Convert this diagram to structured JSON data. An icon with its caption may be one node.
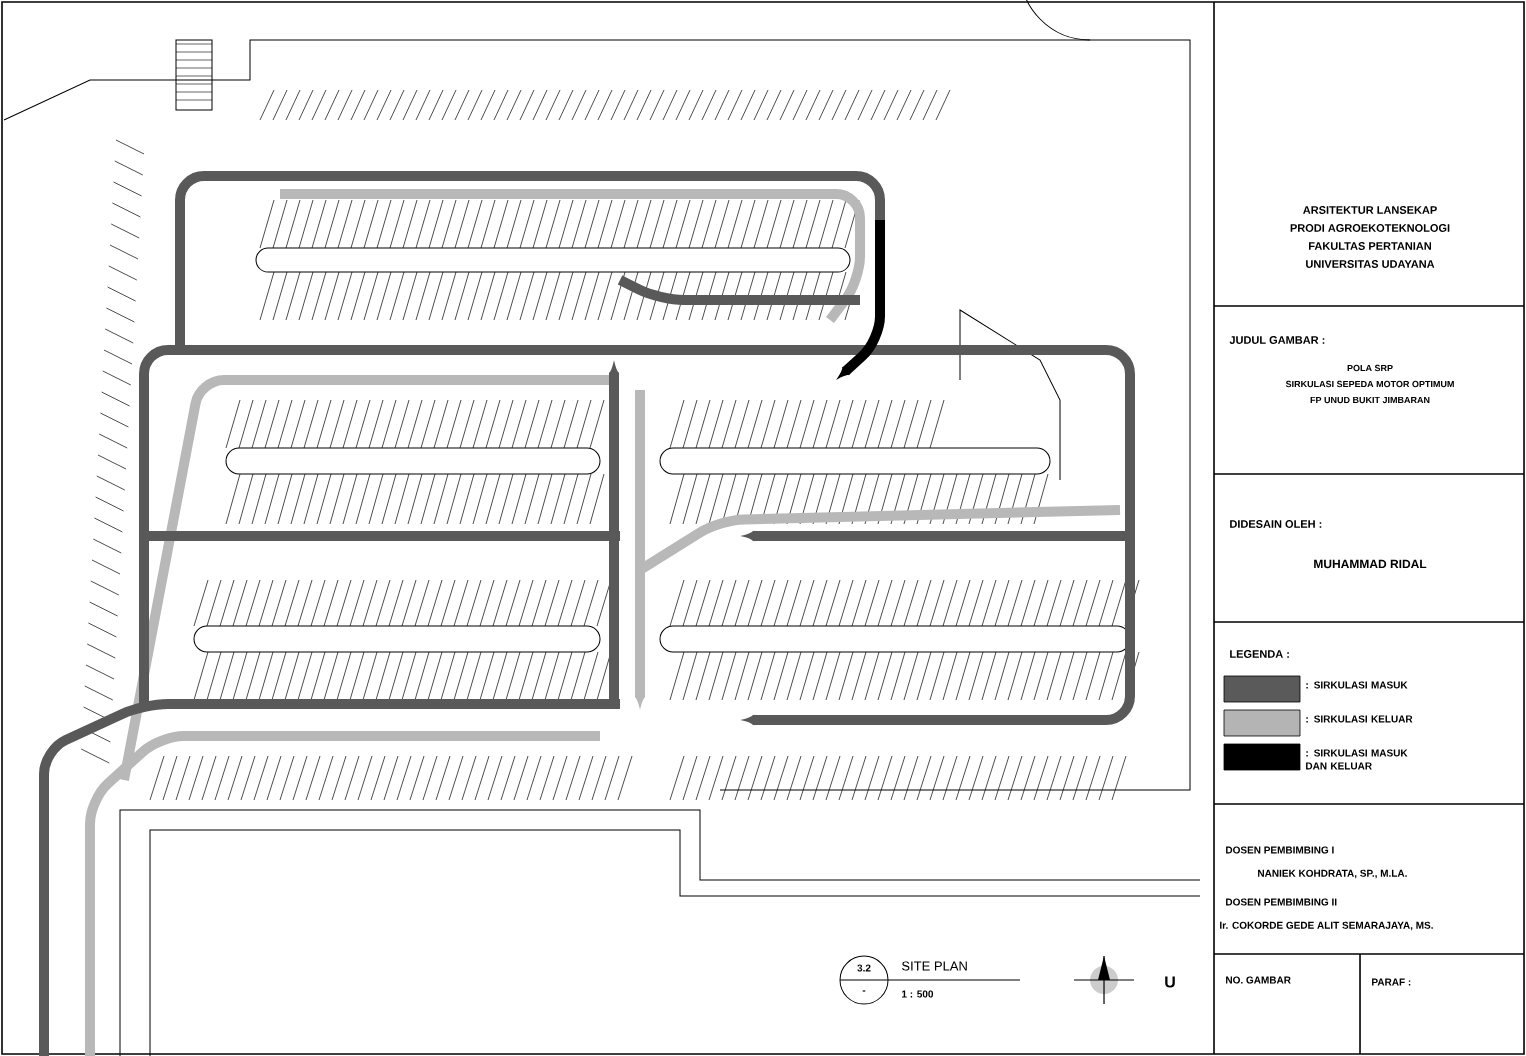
{
  "diagram": {
    "labels": [
      "ARSITEKTUR LANSEKAP",
      "PRODI AGROEKOTEKNOLOGI",
      "FAKULTAS PERTANIAN",
      "UNIVERSITAS UDAYANA",
      "JUDUL GAMBAR :",
      "POLA SRP",
      "SIRKULASI SEPEDA MOTOR OPTIMUM",
      "FP UNUD BUKIT JIMBARAN",
      "DIDESAIN OLEH :",
      "MUHAMMAD RIDAL",
      "LEGENDA :",
      "DOSEN PEMBIMBING I",
      "NANIEK KOHDRATA, SP., M.LA.",
      "DOSEN PEMBIMBING II",
      "Ir. COKORDE GEDE ALIT SEMARAJAYA, MS.",
      "NO. GAMBAR",
      "PARAF :",
      "3.2",
      "-",
      "SITE PLAN",
      "1 : 500",
      "U"
    ],
    "legend": [
      {
        "text": ": SIRKULASI MASUK",
        "color": "#5a5a5a"
      },
      {
        "text": ": SIRKULASI KELUAR",
        "color": "#b4b4b4"
      },
      {
        "text": ": SIRKULASI MASUK DAN KELUAR",
        "color": "#000000"
      }
    ]
  }
}
